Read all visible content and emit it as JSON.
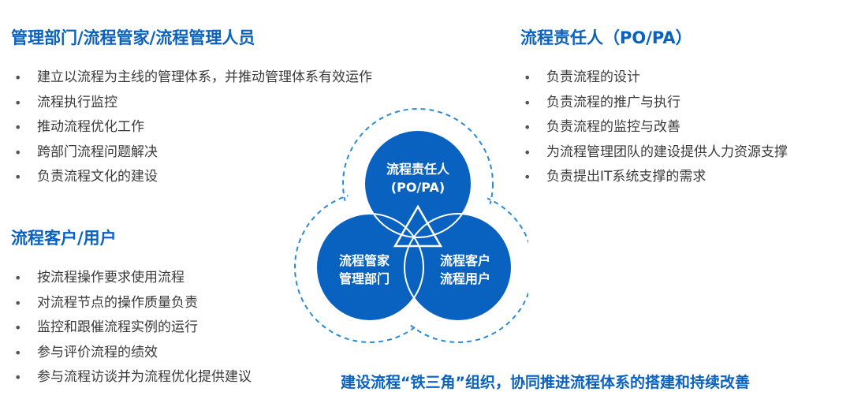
{
  "management": {
    "title": "管理部门/流程管家/流程管理人员",
    "items": [
      "建立以流程为主线的管理体系，并推动管理体系有效运作",
      "流程执行监控",
      "推动流程优化工作",
      "跨部门流程问题解决",
      "负责流程文化的建设"
    ]
  },
  "owner": {
    "title": "流程责任人（PO/PA）",
    "items": [
      "负责流程的设计",
      "负责流程的推广与执行",
      "负责流程的监控与改善",
      "为流程管理团队的建设提供人力资源支撑",
      "负责提出IT系统支撑的需求"
    ]
  },
  "customer": {
    "title": "流程客户/用户",
    "items": [
      "按流程操作要求使用流程",
      "对流程节点的操作质量负责",
      "监控和跟催流程实例的运行",
      "参与评价流程的绩效",
      "参与流程访谈并为流程优化提供建议"
    ]
  },
  "diagram": {
    "top_circle": {
      "line1": "流程责任人",
      "line2": "(PO/PA)"
    },
    "left_circle": {
      "line1": "流程管家",
      "line2": "管理部门"
    },
    "right_circle": {
      "line1": "流程客户",
      "line2": "流程用户"
    },
    "colors": {
      "circle_fill": "#0a62c0",
      "dashed_stroke": "#2a8ad8"
    }
  },
  "slogan": "建设流程“铁三角”组织，协同推进流程体系的搭建和持续改善"
}
